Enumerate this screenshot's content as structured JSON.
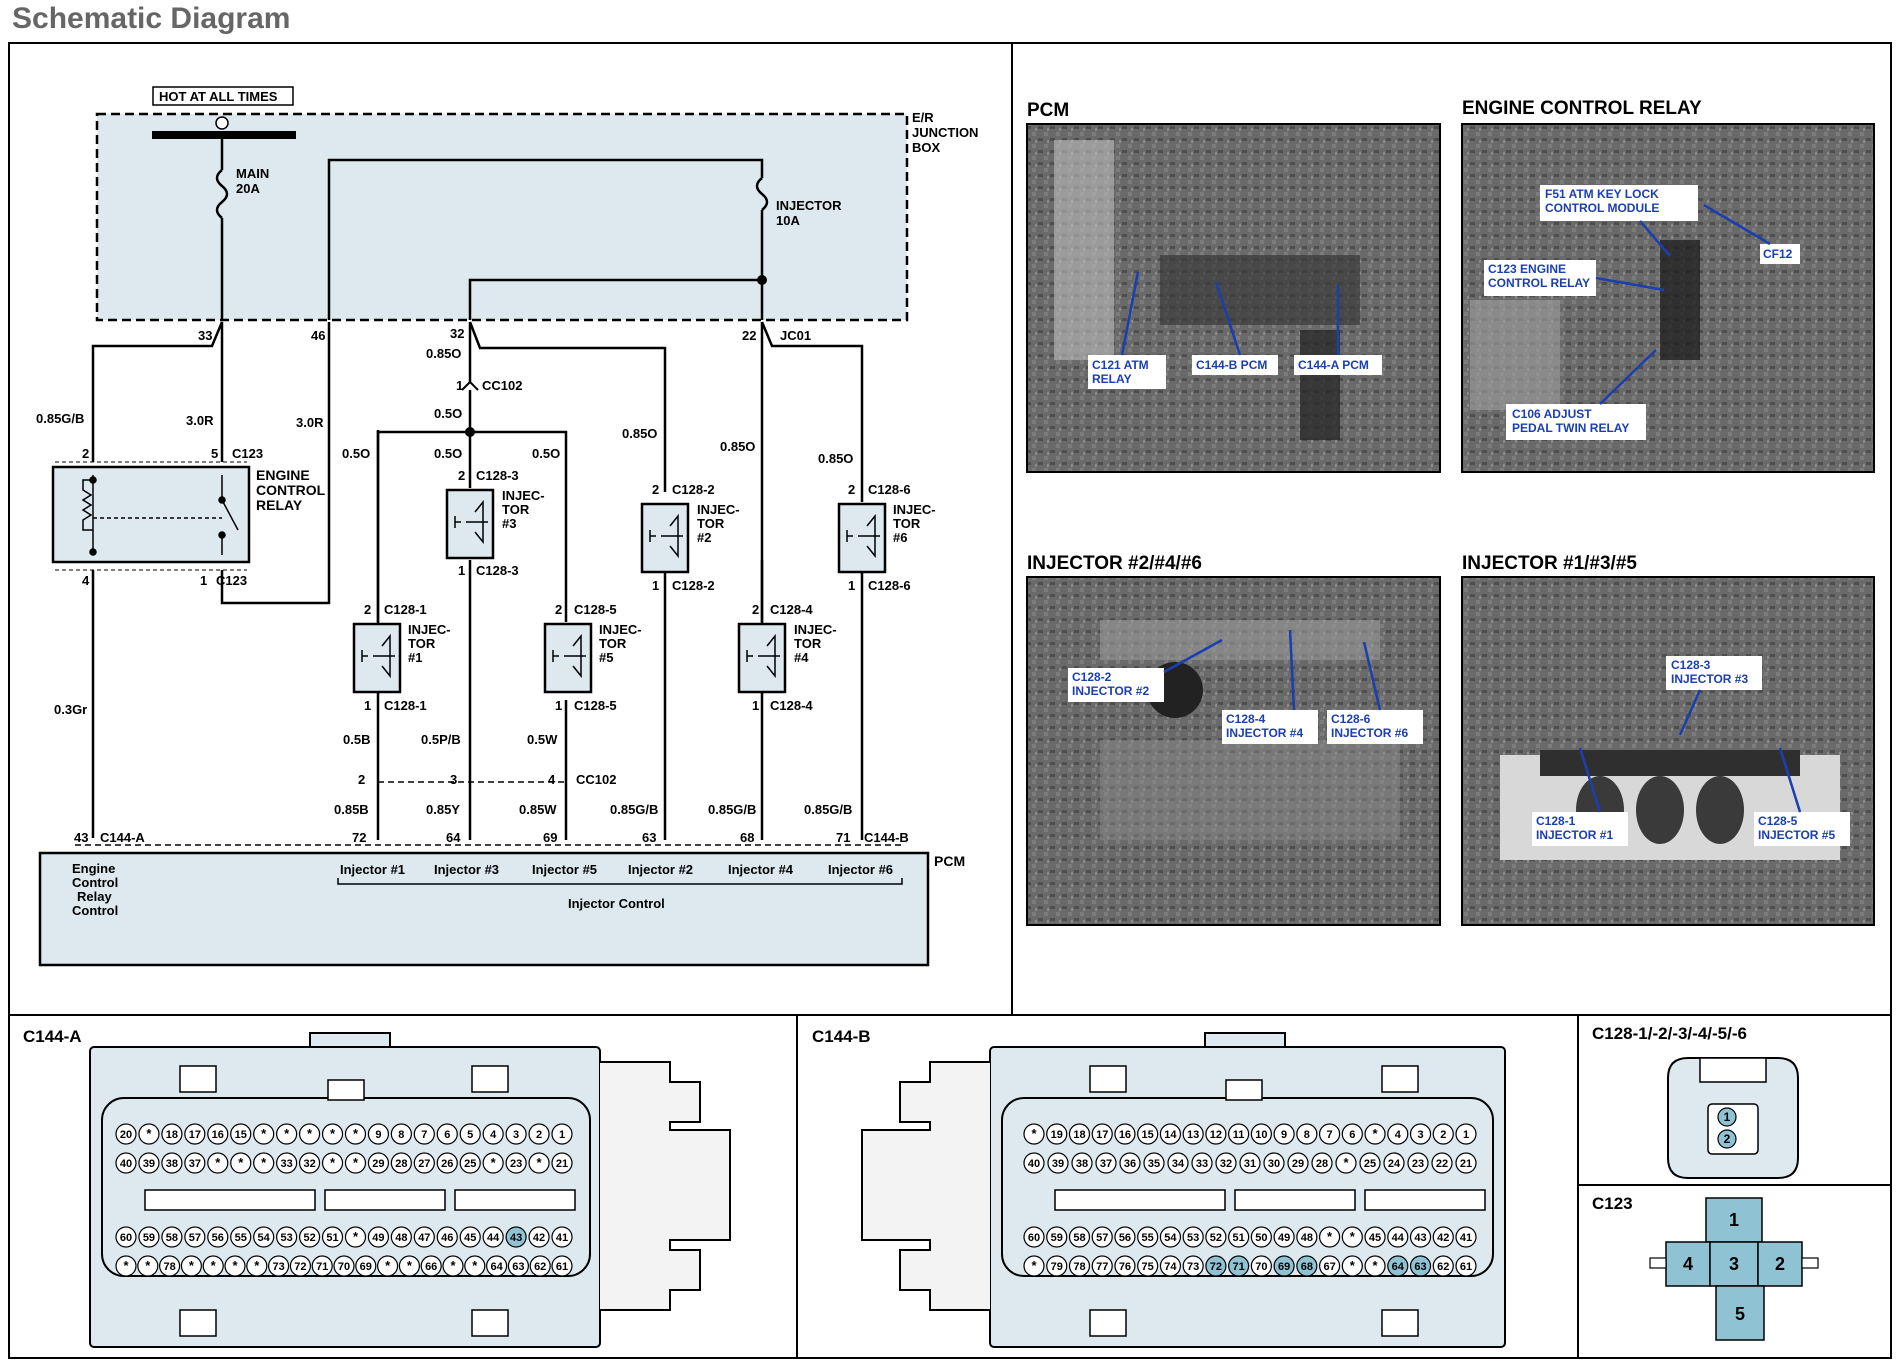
{
  "title": "Schematic Diagram",
  "colors": {
    "box_fill": "#dde9ee",
    "accent": "#8fc3d3",
    "wire": "#000000",
    "callout": "#1a3fb0",
    "photo_bg": "#5a5a5a"
  },
  "schematic": {
    "hot_label": "HOT AT ALL TIMES",
    "junction_box": [
      "E/R",
      "JUNCTION",
      "BOX"
    ],
    "main_fuse": [
      "MAIN",
      "20A"
    ],
    "injector_fuse": [
      "INJECTOR",
      "10A"
    ],
    "pins": {
      "p33": "33",
      "p46": "46",
      "p32": "32",
      "p22": "22",
      "jc01": "JC01"
    },
    "relay": {
      "name": [
        "ENGINE",
        "CONTROL",
        "RELAY"
      ],
      "connector": "C123",
      "pins": [
        "2",
        "5",
        "4",
        "1"
      ],
      "wire_085gb": "0.85G/B",
      "wire_30r_a": "3.0R",
      "wire_30r_b": "3.0R",
      "wire_03gr": "0.3Gr"
    },
    "cc102": {
      "name": "CC102",
      "pin1": "1",
      "pins_bottom": [
        "2",
        "3",
        "4"
      ]
    },
    "wires": {
      "w085o_top": "0.85O",
      "w05o_mid": "0.5O",
      "w05o_left": "0.5O",
      "w05o_c": "0.5O",
      "w05o_right": "0.5O",
      "w085o_inj2": "0.85O",
      "w085o_inj4": "0.85O",
      "w085o_inj6": "0.85O",
      "w05b": "0.5B",
      "w05pb": "0.5P/B",
      "w05w": "0.5W",
      "w085b": "0.85B",
      "w085y": "0.85Y",
      "w085w": "0.85W",
      "w085gb_2": "0.85G/B",
      "w085gb_4": "0.85G/B",
      "w085gb_6": "0.85G/B"
    },
    "injectors": [
      {
        "lines": [
          "INJEC-",
          "TOR",
          "#3"
        ],
        "conn": "C128-3",
        "pin_top": "2",
        "pin_bot": "1"
      },
      {
        "lines": [
          "INJEC-",
          "TOR",
          "#2"
        ],
        "conn": "C128-2",
        "pin_top": "2",
        "pin_bot": "1"
      },
      {
        "lines": [
          "INJEC-",
          "TOR",
          "#6"
        ],
        "conn": "C128-6",
        "pin_top": "2",
        "pin_bot": "1"
      },
      {
        "lines": [
          "INJEC-",
          "TOR",
          "#1"
        ],
        "conn": "C128-1",
        "pin_top": "2",
        "pin_bot": "1"
      },
      {
        "lines": [
          "INJEC-",
          "TOR",
          "#5"
        ],
        "conn": "C128-5",
        "pin_top": "2",
        "pin_bot": "1"
      },
      {
        "lines": [
          "INJEC-",
          "TOR",
          "#4"
        ],
        "conn": "C128-4",
        "pin_top": "2",
        "pin_bot": "1"
      }
    ],
    "pcm": {
      "label": "PCM",
      "conn_a": "C144-A",
      "conn_b": "C144-B",
      "pin43": "43",
      "pins": [
        "72",
        "64",
        "69",
        "63",
        "68",
        "71"
      ],
      "relay_control": [
        "Engine",
        "Control",
        "Relay",
        "Control"
      ],
      "injector_labels": [
        "Injector #1",
        "Injector #3",
        "Injector #5",
        "Injector #2",
        "Injector #4",
        "Injector #6"
      ],
      "injector_control": "Injector Control"
    }
  },
  "photos": [
    {
      "title": "PCM",
      "callouts": [
        [
          "C121 ATM",
          "RELAY"
        ],
        [
          "C144-B PCM"
        ],
        [
          "C144-A PCM"
        ]
      ]
    },
    {
      "title": "ENGINE CONTROL RELAY",
      "callouts": [
        [
          "F51 ATM KEY LOCK",
          "CONTROL MODULE"
        ],
        [
          "CF12"
        ],
        [
          "C123 ENGINE",
          "CONTROL RELAY"
        ],
        [
          "C106 ADJUST",
          "PEDAL TWIN RELAY"
        ]
      ]
    },
    {
      "title": "INJECTOR #2/#4/#6",
      "callouts": [
        [
          "C128-2",
          "INJECTOR #2"
        ],
        [
          "C128-4",
          "INJECTOR #4"
        ],
        [
          "C128-6",
          "INJECTOR #6"
        ]
      ]
    },
    {
      "title": "INJECTOR #1/#3/#5",
      "callouts": [
        [
          "C128-3",
          "INJECTOR #3"
        ],
        [
          "C128-1",
          "INJECTOR #1"
        ],
        [
          "C128-5",
          "INJECTOR #5"
        ]
      ]
    }
  ],
  "connectors": {
    "c144a": {
      "title": "C144-A",
      "rows": [
        [
          "20",
          "*",
          "18",
          "17",
          "16",
          "15",
          "*",
          "*",
          "*",
          "*",
          "*",
          "9",
          "8",
          "7",
          "6",
          "5",
          "4",
          "3",
          "2",
          "1"
        ],
        [
          "40",
          "39",
          "38",
          "37",
          "*",
          "*",
          "*",
          "33",
          "32",
          "*",
          "*",
          "29",
          "28",
          "27",
          "26",
          "25",
          "*",
          "23",
          "*",
          "21"
        ],
        [
          "60",
          "59",
          "58",
          "57",
          "56",
          "55",
          "54",
          "53",
          "52",
          "51",
          "*",
          "49",
          "48",
          "47",
          "46",
          "45",
          "44",
          "43",
          "42",
          "41"
        ],
        [
          "*",
          "*",
          "78",
          "*",
          "*",
          "*",
          "*",
          "73",
          "72",
          "71",
          "70",
          "69",
          "*",
          "*",
          "66",
          "*",
          "*",
          "64",
          "63",
          "62",
          "61"
        ]
      ],
      "highlight": [
        "43"
      ]
    },
    "c144b": {
      "title": "C144-B",
      "rows": [
        [
          "*",
          "19",
          "18",
          "17",
          "16",
          "15",
          "14",
          "13",
          "12",
          "11",
          "10",
          "9",
          "8",
          "7",
          "6",
          "*",
          "4",
          "3",
          "2",
          "1"
        ],
        [
          "40",
          "39",
          "38",
          "37",
          "36",
          "35",
          "34",
          "33",
          "32",
          "31",
          "30",
          "29",
          "28",
          "*",
          "25",
          "24",
          "23",
          "22",
          "21"
        ],
        [
          "60",
          "59",
          "58",
          "57",
          "56",
          "55",
          "54",
          "53",
          "52",
          "51",
          "50",
          "49",
          "48",
          "*",
          "*",
          "45",
          "44",
          "43",
          "42",
          "41"
        ],
        [
          "*",
          "79",
          "78",
          "77",
          "76",
          "75",
          "74",
          "73",
          "72",
          "71",
          "70",
          "69",
          "68",
          "67",
          "*",
          "*",
          "64",
          "63",
          "62",
          "61"
        ]
      ],
      "highlight": [
        "72",
        "71",
        "69",
        "68",
        "64",
        "63"
      ]
    },
    "c128": {
      "title": "C128-1/-2/-3/-4/-5/-6",
      "pins": [
        "1",
        "2"
      ]
    },
    "c123": {
      "title": "C123",
      "pins": [
        "1",
        "2",
        "3",
        "4",
        "5"
      ]
    }
  }
}
